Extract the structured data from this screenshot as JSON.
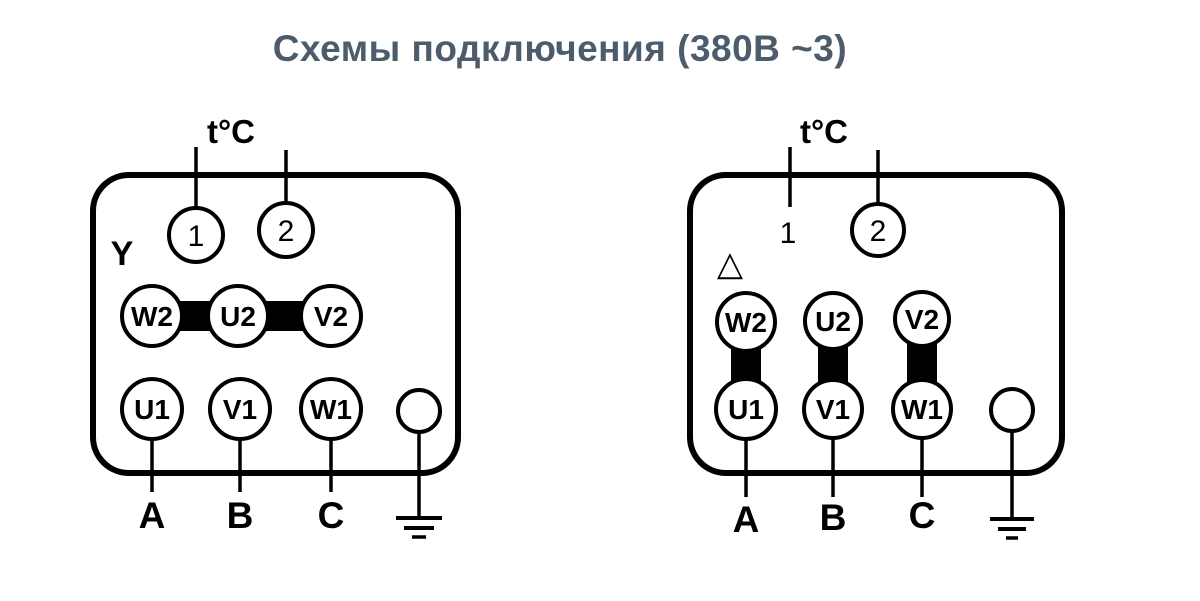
{
  "title": "Схемы подключения (380В ~3)",
  "colors": {
    "title": "#4d5c6c",
    "line": "#000000",
    "background": "#ffffff"
  },
  "star": {
    "connection_label": "Y",
    "sensor_label": "t°C",
    "sensor_terminal_1": "1",
    "sensor_terminal_2": "2",
    "top_terminals": [
      "W2",
      "U2",
      "V2"
    ],
    "bottom_terminals": [
      "U1",
      "V1",
      "W1"
    ],
    "phase_labels": [
      "A",
      "B",
      "C"
    ]
  },
  "delta": {
    "connection_label": "△",
    "sensor_label": "t°C",
    "sensor_terminal_1": "1",
    "sensor_terminal_2": "2",
    "top_terminals": [
      "W2",
      "U2",
      "V2"
    ],
    "bottom_terminals": [
      "U1",
      "V1",
      "W1"
    ],
    "phase_labels": [
      "A",
      "B",
      "C"
    ]
  }
}
